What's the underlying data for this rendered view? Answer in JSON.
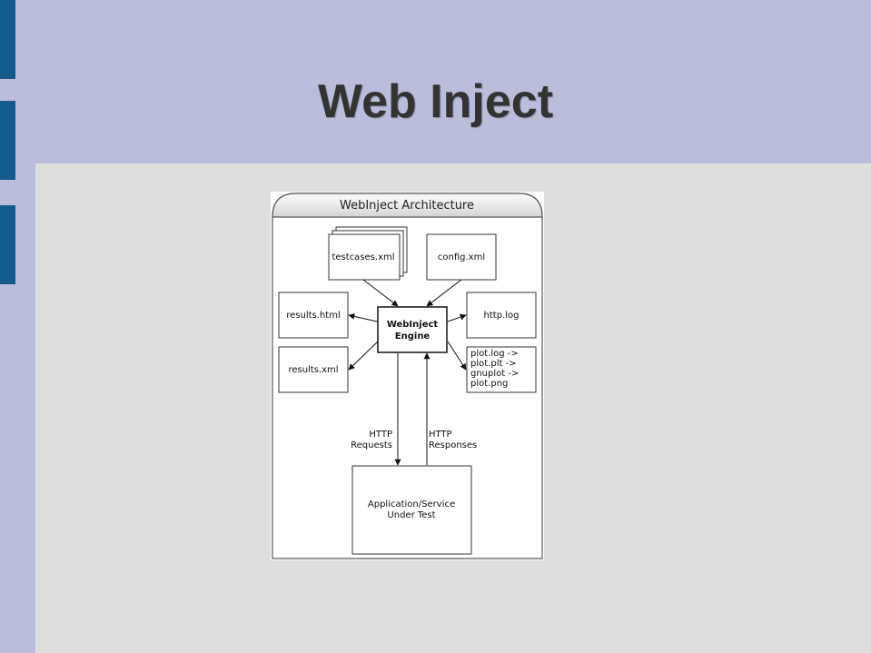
{
  "slide": {
    "title": "Web Inject"
  },
  "diagram": {
    "title": "WebInject Architecture",
    "nodes": {
      "testcases": "testcases.xml",
      "config": "config.xml",
      "results_html": "results.html",
      "results_xml": "results.xml",
      "engine_line1": "WebInject",
      "engine_line2": "Engine",
      "http_log": "http.log",
      "plot_line1": "plot.log ->",
      "plot_line2": "plot.plt ->",
      "plot_line3": "gnuplot ->",
      "plot_line4": "plot.png",
      "app_line1": "Application/Service",
      "app_line2": "Under Test"
    },
    "edges": {
      "requests_line1": "HTTP",
      "requests_line2": "Requests",
      "responses_line1": "HTTP",
      "responses_line2": "Responses"
    }
  },
  "colors": {
    "header_bg": "#bbbedb",
    "accent_bar": "#145a8c",
    "content_bg": "#dedede",
    "title_text": "#333333"
  }
}
